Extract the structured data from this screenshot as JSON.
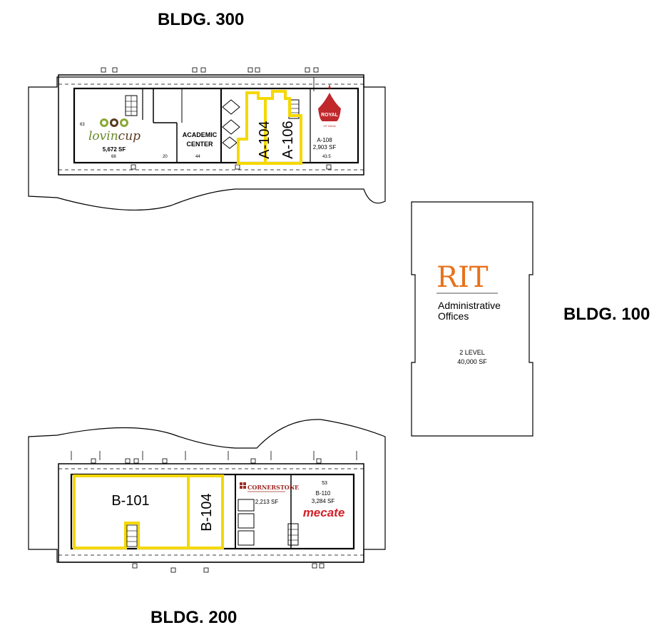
{
  "buildings": {
    "b300": {
      "label": "BLDG. 300",
      "numbers": {
        "left": "63",
        "n68": "68",
        "n20": "20",
        "n44": "44",
        "n435": "43.5"
      },
      "academic": {
        "line1": "ACADEMIC",
        "line2": "CENTER"
      },
      "lovincup": {
        "name": "lovincup",
        "name_part1": "lovin",
        "name_part2": "cup",
        "sf": "5,672 SF"
      },
      "royal": {
        "logo_top": "ROYAL",
        "logo_sub": "OF INDIA",
        "unit": "A-108",
        "sf": "2,903 SF"
      },
      "suites": {
        "a104": "A-104",
        "a106": "A-106"
      }
    },
    "b100": {
      "label": "BLDG. 100",
      "rit": "RIT",
      "offices_line1": "Administrative",
      "offices_line2": "Offices",
      "level": "2 LEVEL",
      "sf": "40,000 SF"
    },
    "b200": {
      "label": "BLDG. 200",
      "suites": {
        "b101": "B-101",
        "b104": "B-104"
      },
      "cornerstone": {
        "name": "CORNERSTONE",
        "sf": "2,213 SF"
      },
      "mecate": {
        "name": "mecate",
        "number": "53",
        "unit": "B-110",
        "sf": "3,284 SF"
      }
    }
  },
  "colors": {
    "highlight": "#f5d800",
    "rit_orange": "#e8711b",
    "lovin_green": "#6a8a2a",
    "royal_red": "#c0282c",
    "mecate_red": "#d4202a",
    "cornerstone_red": "#9b2a25"
  }
}
